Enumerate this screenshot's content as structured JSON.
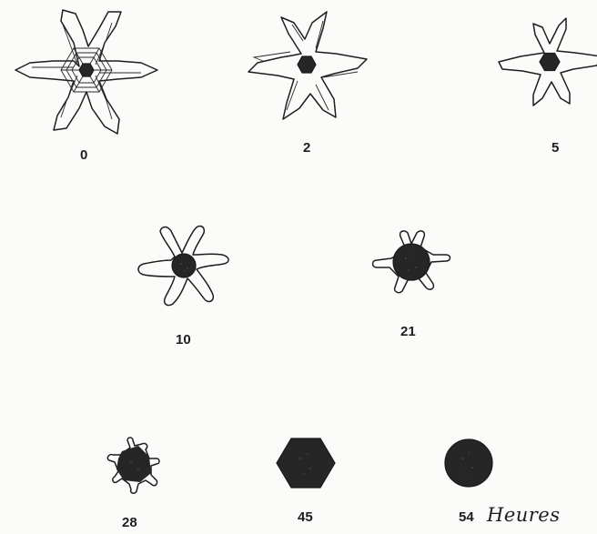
{
  "stages": [
    {
      "label": "0"
    },
    {
      "label": "2"
    },
    {
      "label": "5"
    },
    {
      "label": "10"
    },
    {
      "label": "21"
    },
    {
      "label": "28"
    },
    {
      "label": "45"
    },
    {
      "label": "54"
    }
  ],
  "unit_label": "Heures",
  "colors": {
    "ink": "#1d1d1d",
    "paper": "#fbfbf9"
  }
}
